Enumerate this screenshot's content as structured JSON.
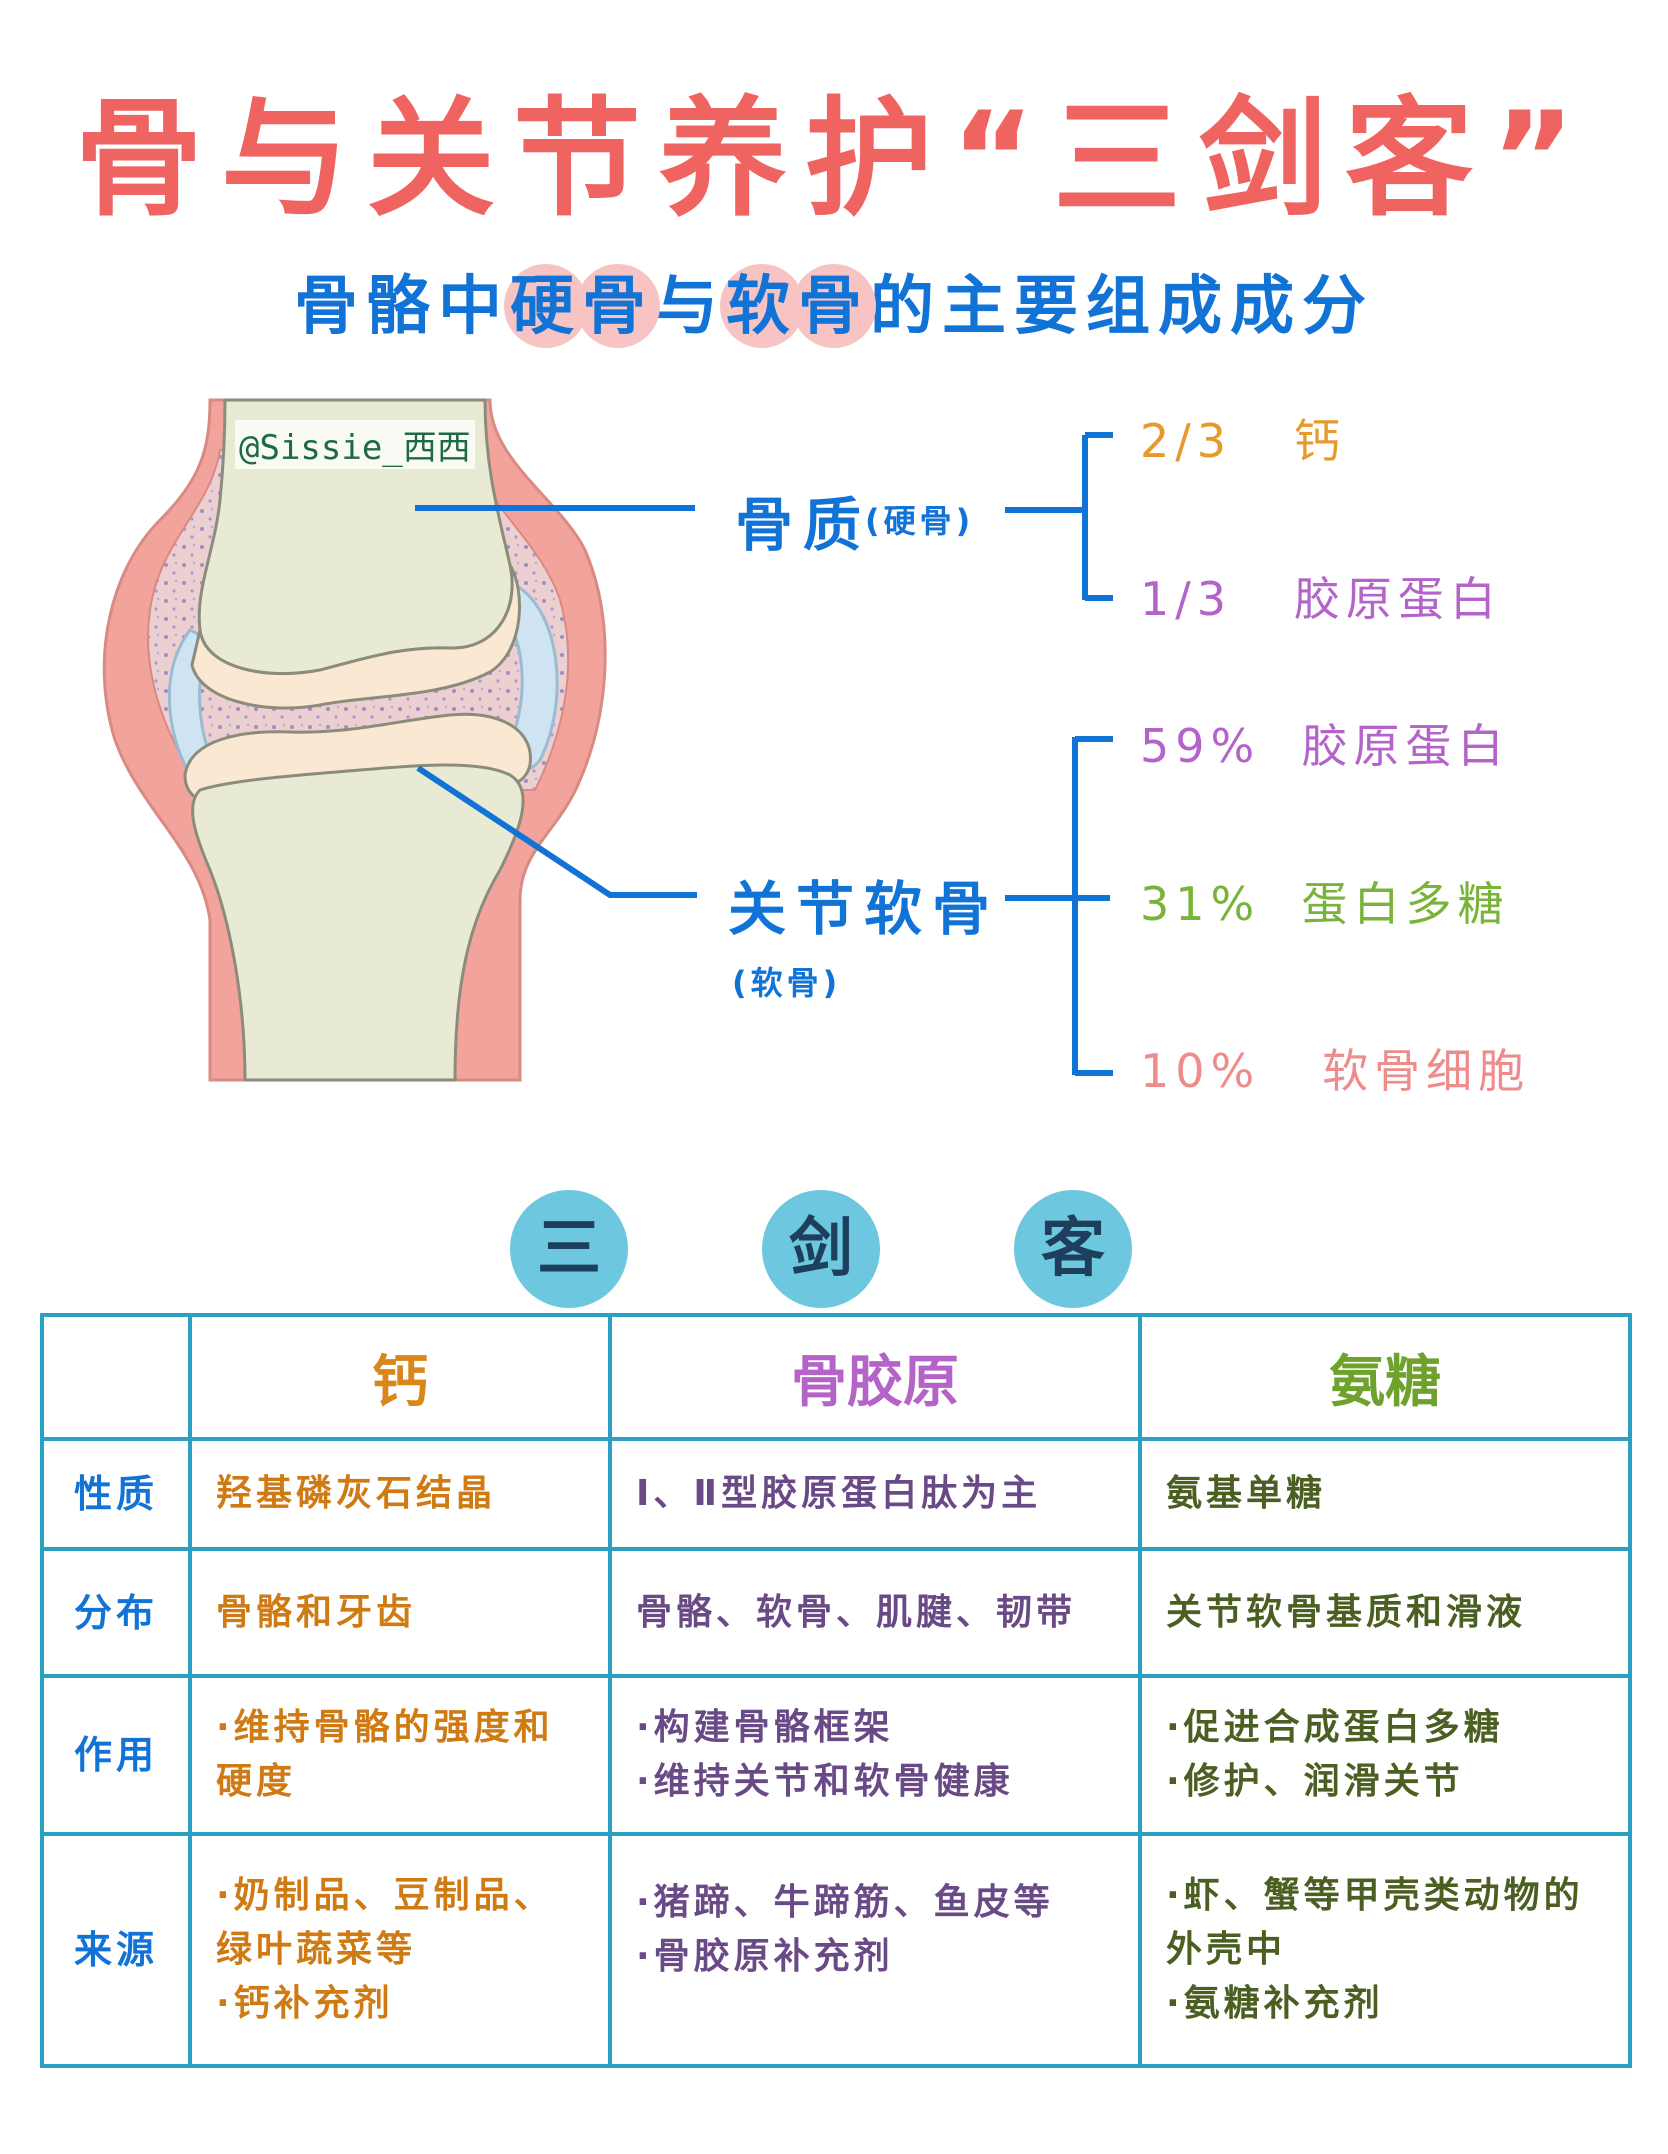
{
  "title": "骨与关节养护“三剑客”",
  "subtitle": {
    "part1": "骨骼中",
    "hl1": [
      "硬",
      "骨"
    ],
    "mid": "与",
    "hl2": [
      "软",
      "骨"
    ],
    "part2": "的主要组成成分"
  },
  "watermark": "@Sissie_西西",
  "bone": {
    "label": "骨质",
    "sublabel": "(硬骨)",
    "items": [
      {
        "pct": "2/3",
        "name": "钙",
        "color": "#e69a2c"
      },
      {
        "pct": "1/3",
        "name": "胶原蛋白",
        "color": "#b463c9"
      }
    ]
  },
  "cartilage": {
    "label": "关节软骨",
    "sublabel": "(软骨)",
    "items": [
      {
        "pct": "59%",
        "name": "胶原蛋白",
        "color": "#b463c9"
      },
      {
        "pct": "31%",
        "name": "蛋白多糖",
        "color": "#7ab33a"
      },
      {
        "pct": "10%",
        "name": "软骨细胞",
        "color": "#ee8c8c"
      }
    ]
  },
  "trio": [
    "三",
    "剑",
    "客"
  ],
  "table": {
    "headers": [
      "",
      "钙",
      "骨胶原",
      "氨糖"
    ],
    "rows": [
      {
        "label": "性质",
        "cells": [
          "羟基磷灰石结晶",
          "Ⅰ、Ⅱ型胶原蛋白肽为主",
          "氨基单糖"
        ]
      },
      {
        "label": "分布",
        "cells": [
          "骨骼和牙齿",
          "骨骼、软骨、肌腱、韧带",
          "关节软骨基质和滑液"
        ]
      },
      {
        "label": "作用",
        "cells": [
          "·维持骨骼的强度和硬度",
          "·构建骨骼框架\n·维持关节和软骨健康",
          "·促进合成蛋白多糖\n·修护、润滑关节"
        ]
      },
      {
        "label": "来源",
        "cells": [
          "·奶制品、豆制品、绿叶蔬菜等\n·钙补充剂",
          "·猪蹄、牛蹄筋、鱼皮等\n·骨胶原补充剂",
          "·虾、蟹等甲壳类动物的外壳中\n·氨糖补充剂"
        ]
      }
    ]
  }
}
